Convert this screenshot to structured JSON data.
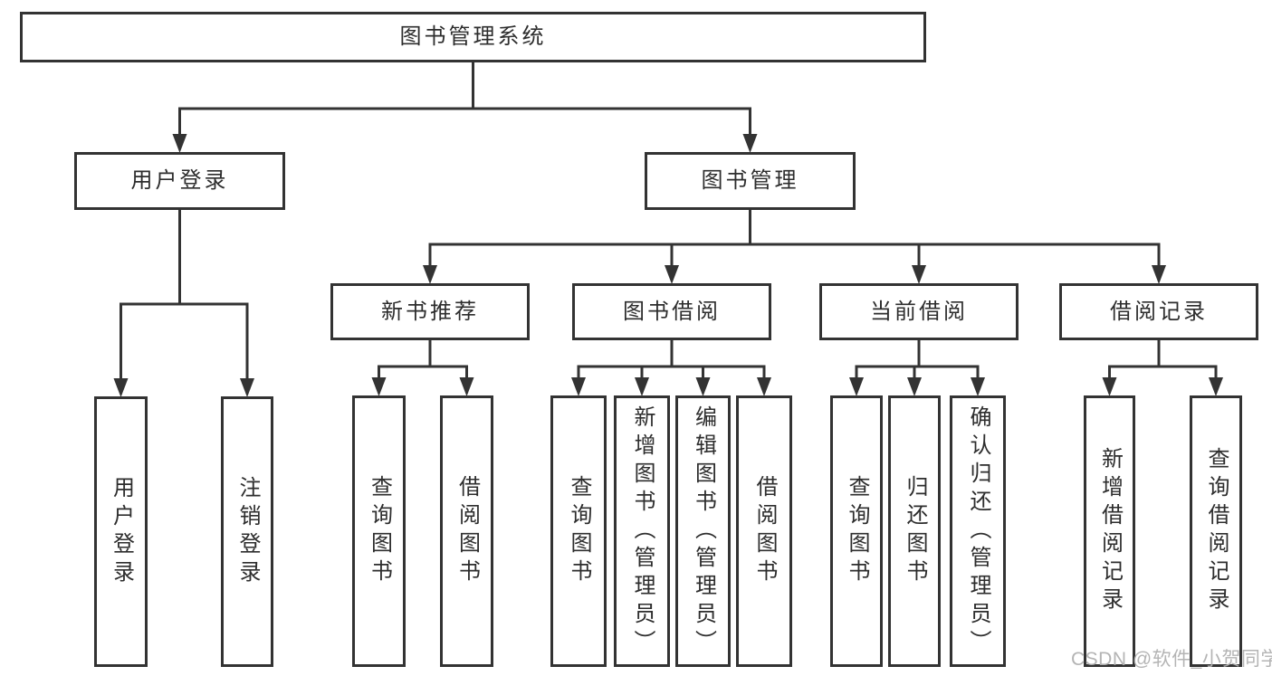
{
  "diagram": {
    "watermark": "CSDN @软件_小贺同学",
    "colors": {
      "line": "#333333",
      "box_border": "#333333",
      "background": "#ffffff",
      "text": "#2d2d2d",
      "watermark": "#b0b0b0"
    },
    "tree": {
      "id": "library-management-system",
      "label": "图书管理系统",
      "children": [
        {
          "id": "user-login",
          "label": "用户登录",
          "children": [
            {
              "id": "user-login-leaf",
              "label": "用户登录"
            },
            {
              "id": "logout-leaf",
              "label": "注销登录"
            }
          ]
        },
        {
          "id": "book-management",
          "label": "图书管理",
          "children": [
            {
              "id": "new-book-recommendation",
              "label": "新书推荐",
              "children": [
                {
                  "id": "recommend-query-books",
                  "label": "查询图书"
                },
                {
                  "id": "recommend-borrow-books",
                  "label": "借阅图书"
                }
              ]
            },
            {
              "id": "book-borrowing",
              "label": "图书借阅",
              "children": [
                {
                  "id": "borrowing-query-books",
                  "label": "查询图书"
                },
                {
                  "id": "borrowing-add-books-admin",
                  "label": "新增图书（管理员）"
                },
                {
                  "id": "borrowing-edit-books-admin",
                  "label": "编辑图书（管理员）"
                },
                {
                  "id": "borrowing-borrow-books",
                  "label": "借阅图书"
                }
              ]
            },
            {
              "id": "current-borrowing",
              "label": "当前借阅",
              "children": [
                {
                  "id": "current-query-books",
                  "label": "查询图书"
                },
                {
                  "id": "current-return-books",
                  "label": "归还图书"
                },
                {
                  "id": "current-confirm-return-admin",
                  "label": "确认归还（管理员）"
                }
              ]
            },
            {
              "id": "borrowing-records",
              "label": "借阅记录",
              "children": [
                {
                  "id": "records-add-record",
                  "label": "新增借阅记录"
                },
                {
                  "id": "records-query-record",
                  "label": "查询借阅记录"
                }
              ]
            }
          ]
        }
      ]
    }
  }
}
